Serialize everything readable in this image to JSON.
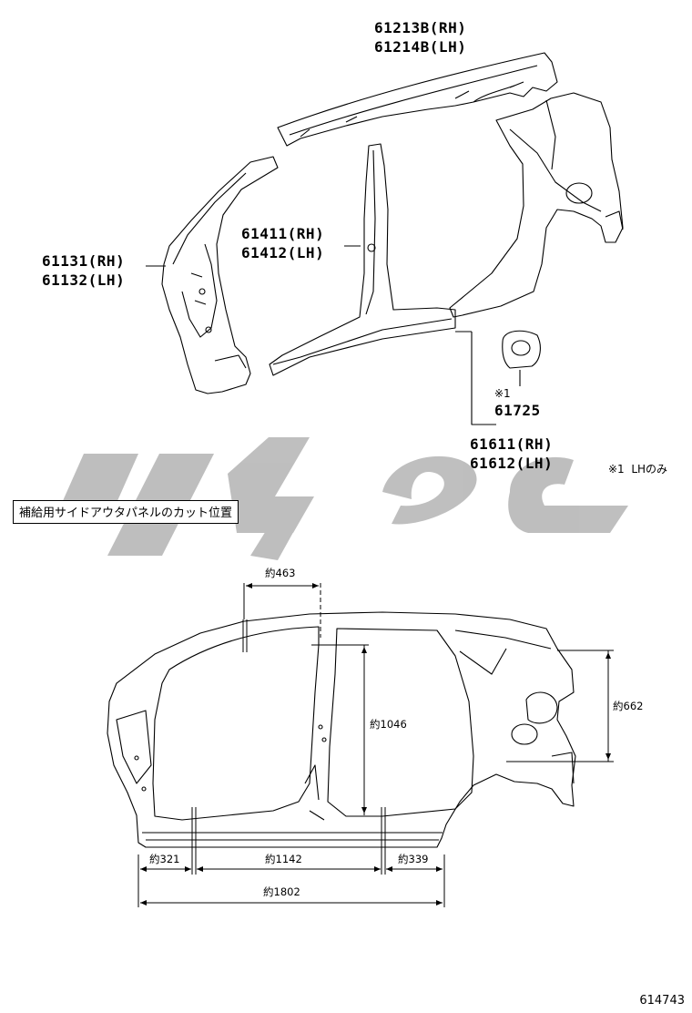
{
  "parts": {
    "roof_rail": [
      "61213B(RH)",
      "61214B(LH)"
    ],
    "front_pillar": [
      "61131(RH)",
      "61132(LH)"
    ],
    "center_pillar": [
      "61411(RH)",
      "61412(LH)"
    ],
    "note_mark": "※1",
    "fuel_lid_part": "61725",
    "outer_panel": [
      "61611(RH)",
      "61612(LH)"
    ],
    "lh_only_note": "※1  LHのみ"
  },
  "watermark": "ﾊﾞﾒﾀﾙ",
  "section_title": "補給用サイドアウタパネルのカット位置",
  "dimensions": {
    "top_width": "約463",
    "pillar_height": "約1046",
    "rear_height": "約662",
    "front_section": "約321",
    "middle_section": "約1142",
    "rear_section": "約339",
    "overall": "約1802"
  },
  "doc_number": "614743"
}
